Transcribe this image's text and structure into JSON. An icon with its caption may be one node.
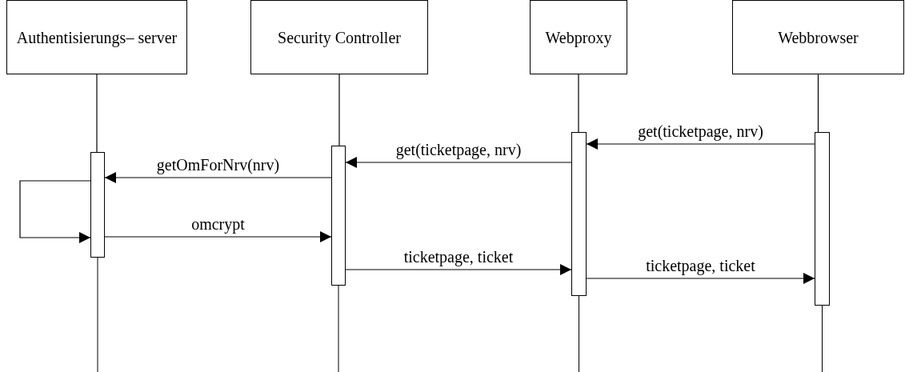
{
  "diagram": {
    "nodes": [
      {
        "text": [
          "Authentisierungs– server"
        ]
      },
      {
        "text": [
          "Security Controller"
        ]
      },
      {
        "text": [
          "Webproxy"
        ]
      },
      {
        "text": [
          "Webbrowser"
        ]
      },
      {
        "text": [],
        "shape": "bar"
      },
      {
        "text": [],
        "shape": "bar"
      },
      {
        "text": [],
        "shape": "bar"
      },
      {
        "text": [],
        "shape": "bar"
      }
    ],
    "edges": [
      {
        "from": 0,
        "to": 4,
        "arrow": "none"
      },
      {
        "from": 1,
        "to": 5,
        "arrow": "none"
      },
      {
        "from": 2,
        "to": 6,
        "arrow": "none"
      },
      {
        "from": 3,
        "to": 7,
        "arrow": "none"
      },
      {
        "from": 7,
        "to": 6,
        "arrow": "to",
        "label": "get(ticketpage, nrv)"
      },
      {
        "from": 6,
        "to": 5,
        "arrow": "to",
        "label": "get(ticketpage, nrv)"
      },
      {
        "from": 5,
        "to": 4,
        "arrow": "to",
        "label": "getOmForNrv(nrv)"
      },
      {
        "from": 4,
        "to": 4,
        "arrow": "to"
      },
      {
        "from": 4,
        "to": 5,
        "arrow": "to",
        "label": "omcrypt"
      },
      {
        "from": 5,
        "to": 6,
        "arrow": "to",
        "label": "ticketpage, ticket"
      },
      {
        "from": 6,
        "to": 7,
        "arrow": "to",
        "label": "ticketpage, ticket"
      }
    ]
  }
}
